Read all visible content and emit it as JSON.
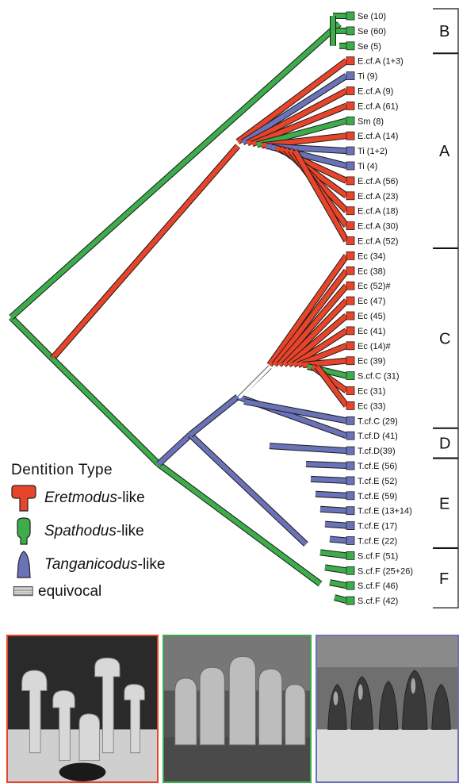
{
  "colors": {
    "eretmodus": "#e8442a",
    "spathodus": "#3cad4a",
    "tanganicodus": "#6a72b8",
    "equivocal": "hatched"
  },
  "taxa": [
    {
      "label": "Se (10)",
      "type": "spathodus"
    },
    {
      "label": "Se (60)",
      "type": "spathodus"
    },
    {
      "label": "Se (5)",
      "type": "spathodus"
    },
    {
      "label": "E.cf.A (1+3)",
      "type": "eretmodus"
    },
    {
      "label": "Ti (9)",
      "type": "tanganicodus"
    },
    {
      "label": "E.cf.A (9)",
      "type": "eretmodus"
    },
    {
      "label": "E.cf.A (61)",
      "type": "eretmodus"
    },
    {
      "label": "Sm (8)",
      "type": "spathodus"
    },
    {
      "label": "E.cf.A (14)",
      "type": "eretmodus"
    },
    {
      "label": "Ti (1+2)",
      "type": "tanganicodus"
    },
    {
      "label": "Ti (4)",
      "type": "tanganicodus"
    },
    {
      "label": "E.cf.A (56)",
      "type": "eretmodus"
    },
    {
      "label": "E.cf.A (23)",
      "type": "eretmodus"
    },
    {
      "label": "E.cf.A (18)",
      "type": "eretmodus"
    },
    {
      "label": "E.cf.A (30)",
      "type": "eretmodus"
    },
    {
      "label": "E.cf.A (52)",
      "type": "eretmodus"
    },
    {
      "label": "Ec (34)",
      "type": "eretmodus"
    },
    {
      "label": "Ec (38)",
      "type": "eretmodus"
    },
    {
      "label": "Ec (52)#",
      "type": "eretmodus"
    },
    {
      "label": "Ec (47)",
      "type": "eretmodus"
    },
    {
      "label": "Ec (45)",
      "type": "eretmodus"
    },
    {
      "label": "Ec (41)",
      "type": "eretmodus"
    },
    {
      "label": "Ec (14)#",
      "type": "eretmodus"
    },
    {
      "label": "Ec (39)",
      "type": "eretmodus"
    },
    {
      "label": "S.cf.C (31)",
      "type": "spathodus"
    },
    {
      "label": "Ec (31)",
      "type": "eretmodus"
    },
    {
      "label": "Ec (33)",
      "type": "eretmodus"
    },
    {
      "label": "T.cf.C (29)",
      "type": "tanganicodus"
    },
    {
      "label": "T.cf.D (41)",
      "type": "tanganicodus"
    },
    {
      "label": "T.cf.D(39)",
      "type": "tanganicodus"
    },
    {
      "label": "T.cf.E (56)",
      "type": "tanganicodus"
    },
    {
      "label": "T.cf.E (52)",
      "type": "tanganicodus"
    },
    {
      "label": "T.cf.E (59)",
      "type": "tanganicodus"
    },
    {
      "label": "T.cf.E (13+14)",
      "type": "tanganicodus"
    },
    {
      "label": "T.cf.E (17)",
      "type": "tanganicodus"
    },
    {
      "label": "T.cf.E (22)",
      "type": "tanganicodus"
    },
    {
      "label": "S.cf.F (51)",
      "type": "spathodus"
    },
    {
      "label": "S.cf.F (25+26)",
      "type": "spathodus"
    },
    {
      "label": "S.cf.F (46)",
      "type": "spathodus"
    },
    {
      "label": "S.cf.F (42)",
      "type": "spathodus"
    }
  ],
  "groups": [
    {
      "letter": "B",
      "first": 0,
      "last": 2
    },
    {
      "letter": "A",
      "first": 3,
      "last": 15
    },
    {
      "letter": "C",
      "first": 16,
      "last": 27
    },
    {
      "letter": "D",
      "first": 28,
      "last": 29
    },
    {
      "letter": "E",
      "first": 30,
      "last": 35
    },
    {
      "letter": "F",
      "first": 36,
      "last": 39
    }
  ],
  "legend": {
    "title": "Dentition Type",
    "items": [
      {
        "type": "eretmodus",
        "name": "Eretmodus",
        "suffix": "-like"
      },
      {
        "type": "spathodus",
        "name": "Spathodus",
        "suffix": "-like"
      },
      {
        "type": "tanganicodus",
        "name": "Tanganicodus",
        "suffix": "-like"
      },
      {
        "type": "equivocal",
        "name": "",
        "suffix": "equivocal"
      }
    ]
  },
  "photos": [
    {
      "type": "eretmodus",
      "border": "#e8442a"
    },
    {
      "type": "spathodus",
      "border": "#3cad4a"
    },
    {
      "type": "tanganicodus",
      "border": "#6a72b8"
    }
  ]
}
